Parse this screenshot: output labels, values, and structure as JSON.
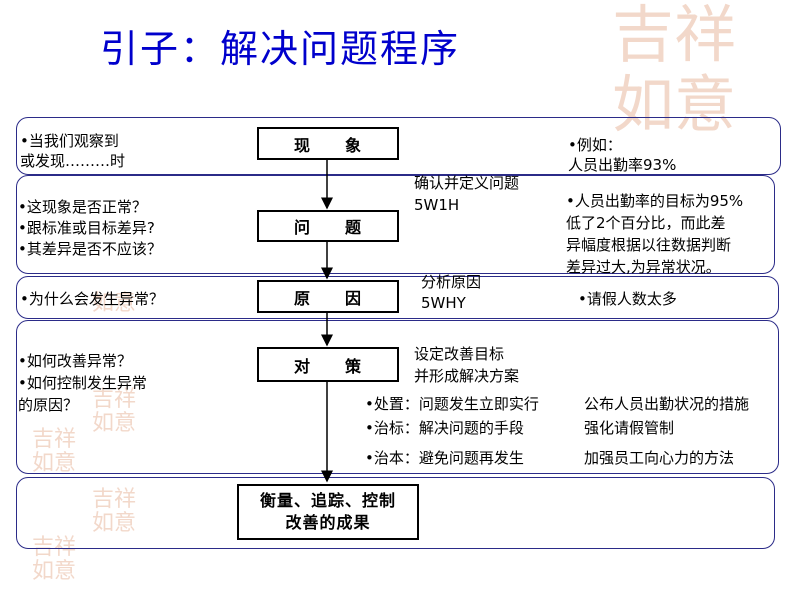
{
  "title": "引子：解决问题程序",
  "watermark_chars": [
    "吉",
    "祥",
    "如",
    "意"
  ],
  "nodes": {
    "phenomenon": "现　　象",
    "problem": "问　　题",
    "cause": "原　　因",
    "countermeasure": "对　　策",
    "measure": [
      "衡量、追踪、控制",
      "改善的成果"
    ]
  },
  "rows": {
    "r1": {
      "question": [
        "•当我们观察到",
        "或发现………时"
      ],
      "example": [
        "•例如：",
        "人员出勤率93%"
      ]
    },
    "r2": {
      "step": [
        "确认并定义问题",
        "5W1H"
      ],
      "questions": [
        "•这现象是否正常？",
        "•跟标准或目标差异?",
        "•其差异是否不应该？"
      ],
      "example": [
        "•人员出勤率的目标为95%",
        "低了2个百分比，而此差",
        "异幅度根据以往数据判断",
        "差异过大,为异常状况。"
      ]
    },
    "r3": {
      "question": "•为什么会发生异常？",
      "step": [
        "分析原因",
        "5WHY"
      ],
      "example": "•请假人数太多"
    },
    "r4": {
      "questions": [
        "•如何改善异常？",
        "•如何控制发生异常",
        "的原因？"
      ],
      "step": [
        "设定改善目标",
        "并形成解决方案"
      ],
      "actions": [
        {
          "label": "•处置：问题发生立即实行",
          "example": "公布人员出勤状况的措施"
        },
        {
          "label": "•治标：解决问题的手段",
          "example": "强化请假管制"
        },
        {
          "label": "•治本：避免问题再发生",
          "example": "加强员工向心力的方法"
        }
      ]
    }
  },
  "colors": {
    "title": "#0000cc",
    "band_border": "#2b2b88",
    "watermark": "#e9b9a0"
  }
}
